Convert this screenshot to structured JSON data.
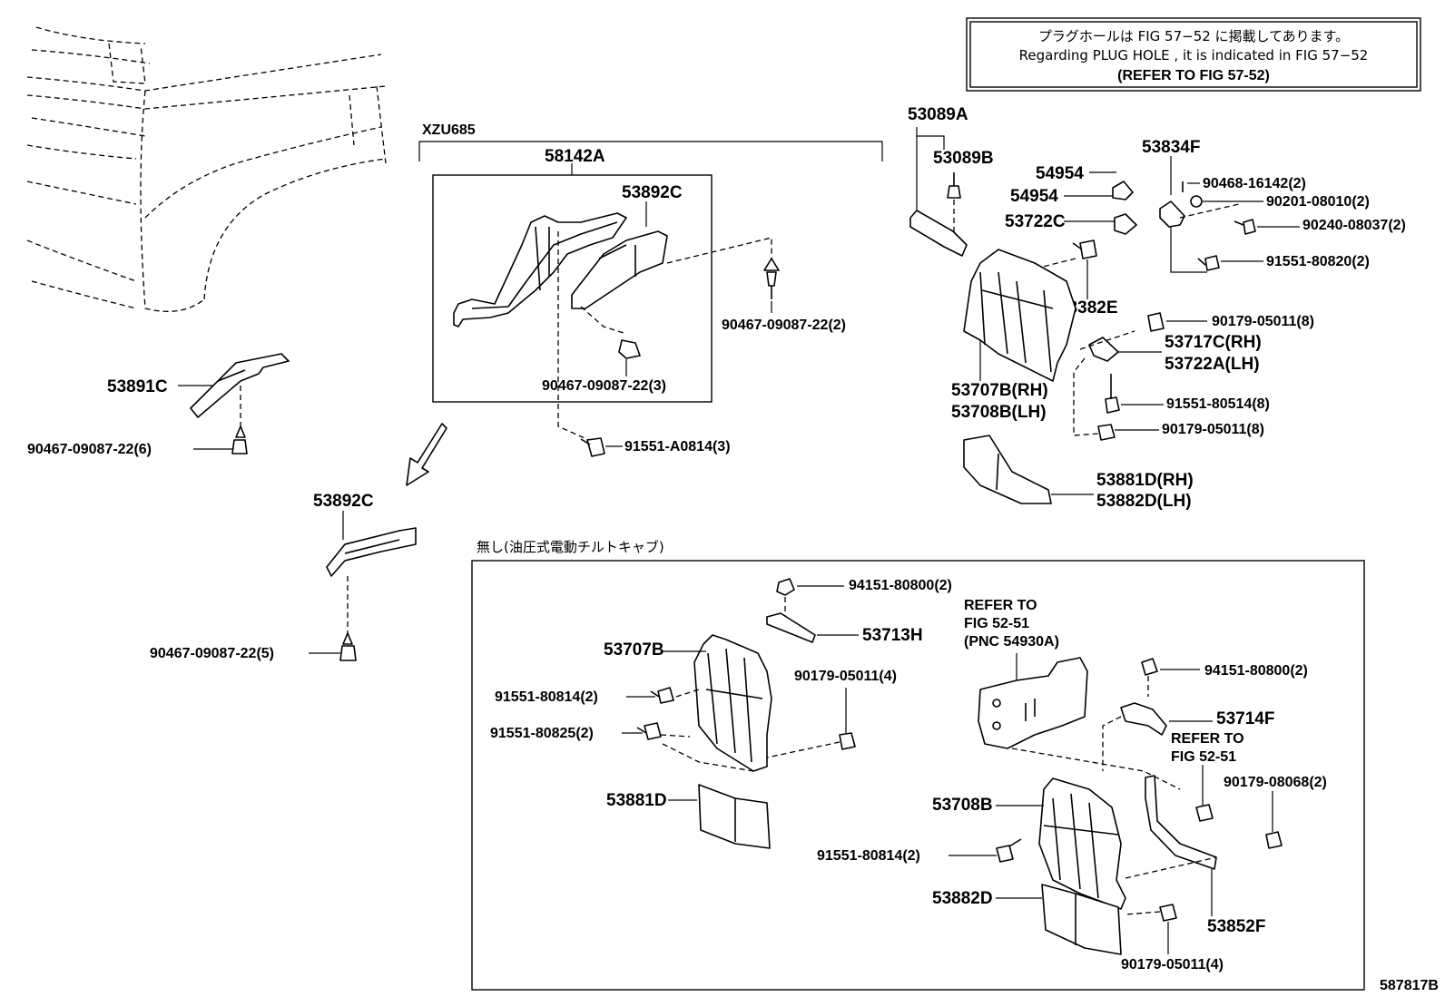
{
  "note": {
    "line1": "プラグホールは FIG 57−52 に掲載してあります。",
    "line2": "Regarding  PLUG  HOLE , it is indicated in  FIG  57−52",
    "line3": "(REFER TO FIG 57-52)"
  },
  "group_xzu": "XZU685",
  "group_mu": "無し(油圧式電動チルトキャブ)",
  "figure_id": "587817B",
  "labels": {
    "p58142A": "58142A",
    "p53892C_top": "53892C",
    "p90467_2": "90467-09087-22(2)",
    "p90467_3": "90467-09087-22(3)",
    "p91551A0814": "91551-A0814(3)",
    "p53891C": "53891C",
    "p90467_6": "90467-09087-22(6)",
    "p53892C_bot": "53892C",
    "p90467_5": "90467-09087-22(5)",
    "p53089A": "53089A",
    "p53089B": "53089B",
    "p54954a": "54954",
    "p54954b": "54954",
    "p53722C": "53722C",
    "p53834F": "53834F",
    "p90468": "90468-16142(2)",
    "p90201": "90201-08010(2)",
    "p90240": "90240-08037(2)",
    "p91551_80820": "91551-80820(2)",
    "p53382E": "53382E",
    "p90179_8a": "90179-05011(8)",
    "p53717C": "53717C(RH)",
    "p53722A": "53722A(LH)",
    "p53707B_RH": "53707B(RH)",
    "p53708B_LH": "53708B(LH)",
    "p91551_80514": "91551-80514(8)",
    "p90179_8b": "90179-05011(8)",
    "p53881D_RH": "53881D(RH)",
    "p53882D_LH": "53882D(LH)",
    "p94151_a": "94151-80800(2)",
    "p53713H": "53713H",
    "p53707B": "53707B",
    "p90179_4a": "90179-05011(4)",
    "p91551_80814a": "91551-80814(2)",
    "p91551_80825": "91551-80825(2)",
    "p53881D": "53881D",
    "ref1_l1": "REFER TO",
    "ref1_l2": "FIG 52-51",
    "ref1_l3": "(PNC 54930A)",
    "p94151_b": "94151-80800(2)",
    "p53714F": "53714F",
    "ref2_l1": "REFER TO",
    "ref2_l2": "FIG 52-51",
    "p90179_08068": "90179-08068(2)",
    "p53708B": "53708B",
    "p91551_80814b": "91551-80814(2)",
    "p53882D": "53882D",
    "p53852F": "53852F",
    "p90179_4b": "90179-05011(4)"
  }
}
